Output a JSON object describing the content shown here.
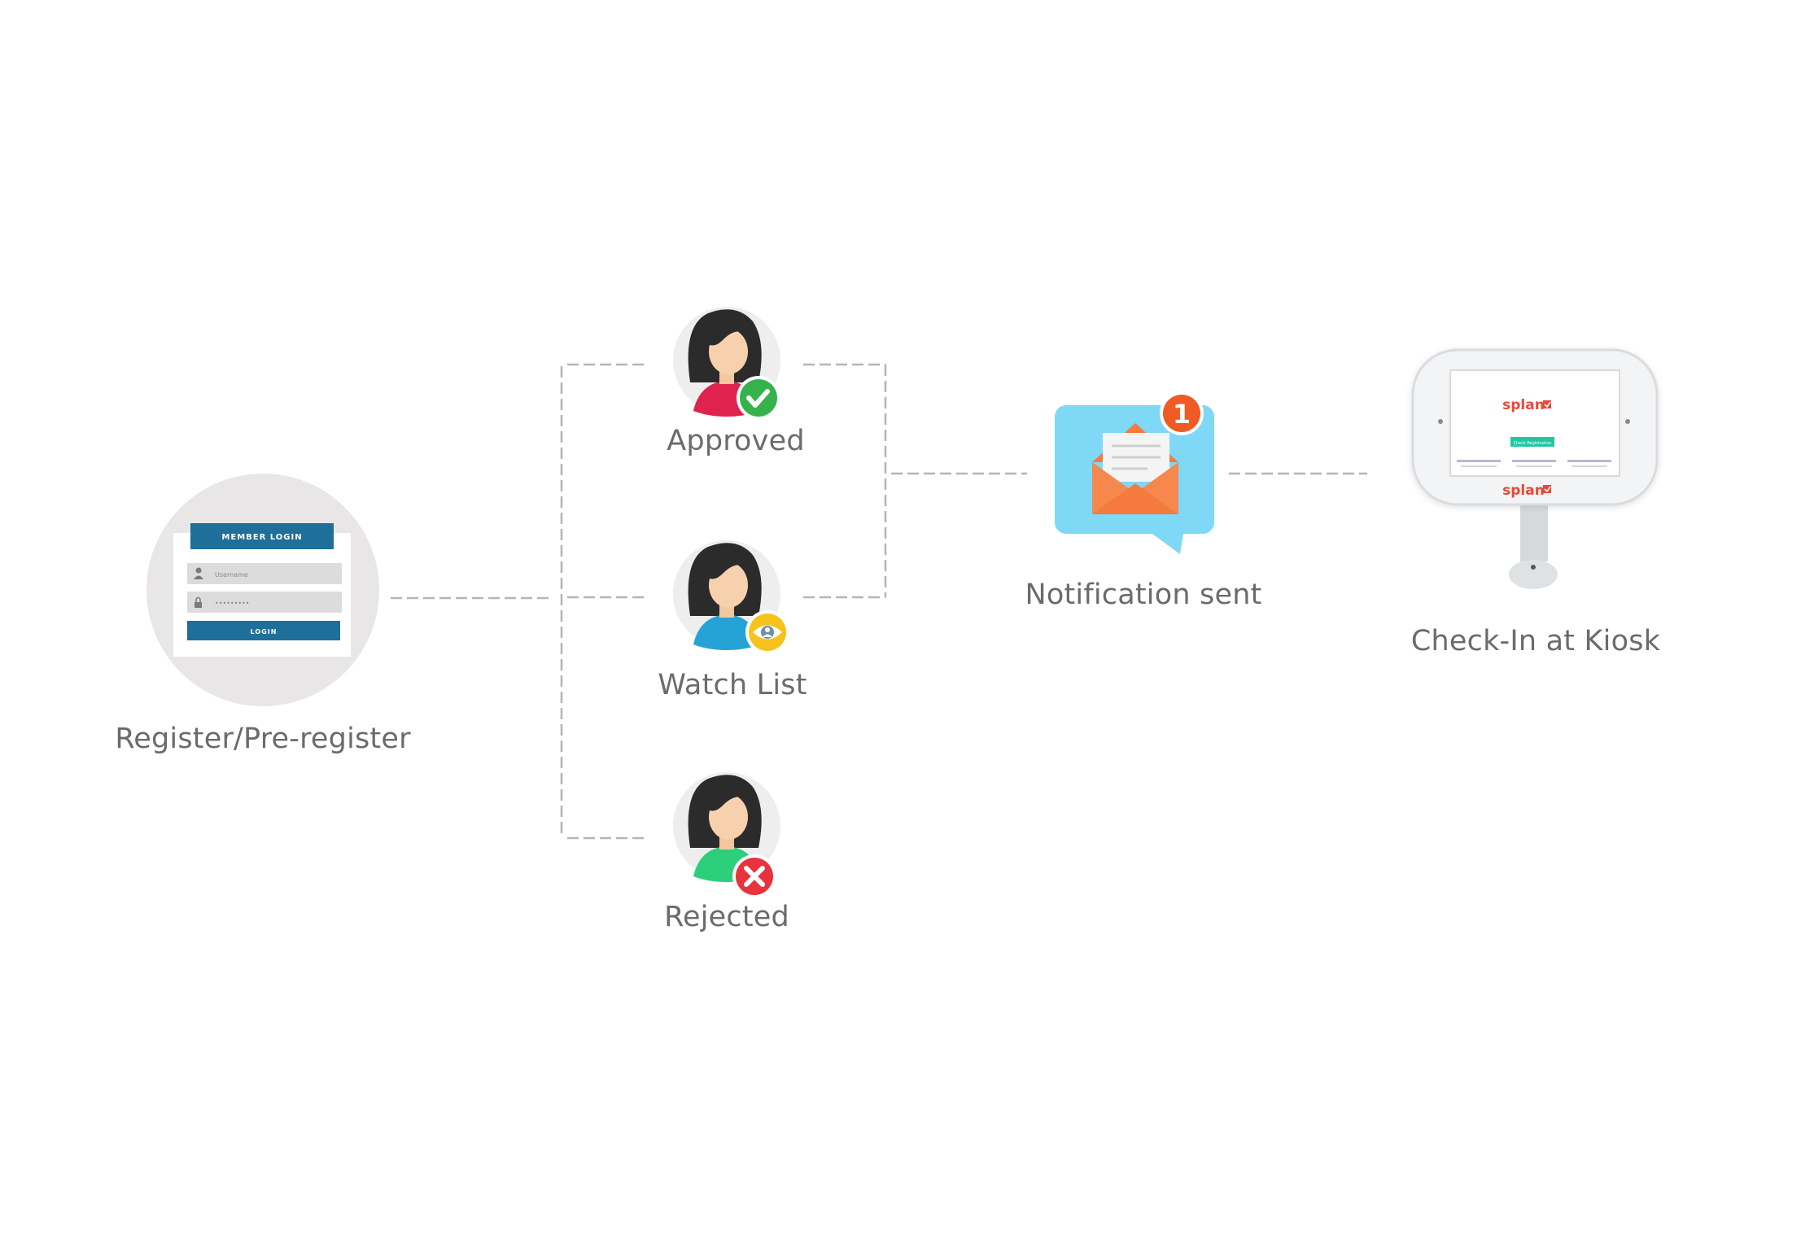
{
  "steps": {
    "register": "Register/Pre-register",
    "approved": "Approved",
    "watch_list": "Watch List",
    "rejected": "Rejected",
    "notification": "Notification sent",
    "kiosk": "Check-In at Kiosk"
  },
  "login_form": {
    "header": "MEMBER LOGIN",
    "username_placeholder": "Username",
    "password_mask": "•••••••••",
    "button": "LOGIN"
  },
  "notification_badge": "1",
  "kiosk_screen": {
    "logo_top": "splan",
    "logo_bottom": "splan",
    "button": "Check Registration"
  },
  "colors": {
    "connector": "#b5b5b5",
    "label": "#6b6b6b",
    "login_blue": "#1e6f99",
    "approved_shirt": "#e0234e",
    "watch_shirt": "#26a3d6",
    "rejected_shirt": "#2ecf7a",
    "check_green": "#36b24a",
    "reject_red": "#e8323c",
    "eye_yellow": "#f6c21c",
    "bubble_blue": "#7fd8f5",
    "envelope_orange": "#f47a3e",
    "badge_orange": "#f05a24",
    "brand_red": "#e8483a",
    "teal_button": "#22c7a2"
  }
}
